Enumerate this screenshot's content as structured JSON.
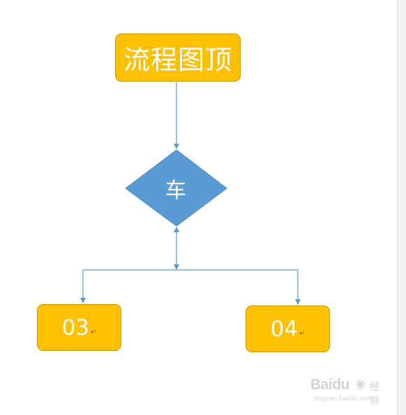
{
  "diagram": {
    "top_node": {
      "label": "流程图顶"
    },
    "decision_node": {
      "label": "车"
    },
    "branch_left": {
      "label": "03",
      "mark": "↵"
    },
    "branch_right": {
      "label": "04",
      "mark": "↵"
    }
  },
  "watermark": {
    "brand": "Bai",
    "brand_tail": "du",
    "suffix": "经验",
    "url": "jingyan.baidu.com",
    "icon": "paw-icon"
  },
  "colors": {
    "node_fill": "#ffc000",
    "decision_fill": "#5b9bd5",
    "connector": "#5b9bd5"
  }
}
